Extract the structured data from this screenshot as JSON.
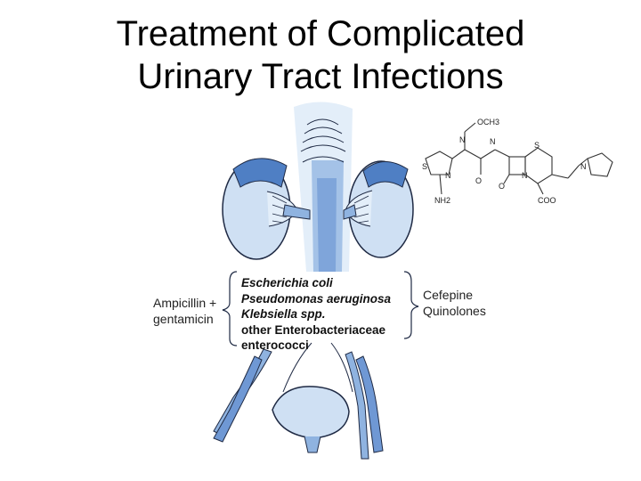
{
  "title": {
    "line1": "Treatment of Complicated",
    "line2": "Urinary Tract Infections"
  },
  "left_treatment": {
    "line1": "Ampicillin +",
    "line2": "gentamicin"
  },
  "organisms": [
    {
      "name": "Escherichia coli",
      "italic": true
    },
    {
      "name": "Pseudomonas aeruginosa",
      "italic": true
    },
    {
      "name": "Klebsiella spp.",
      "italic": true
    },
    {
      "name": "other Enterobacteriaceae",
      "italic": false
    },
    {
      "name": "enterococci",
      "italic": false
    }
  ],
  "right_treatment": {
    "line1": "Cefepine",
    "line2": "Quinolones"
  },
  "molecule_labels": {
    "och3": "OCH3",
    "n_oxime": "N",
    "s_thiazole": "S",
    "n_thiazole": "N",
    "nh2": "NH2",
    "o_amide": "O",
    "nh_amide": "N",
    "s_ring": "S",
    "n_lactam": "N",
    "o_lactam": "O",
    "coo": "COO",
    "n_plus": "N"
  },
  "colors": {
    "organ_fill": "#cfe0f3",
    "organ_light": "#e3eef9",
    "organ_dark": "#4f7fc4",
    "outline": "#1f2a44"
  }
}
